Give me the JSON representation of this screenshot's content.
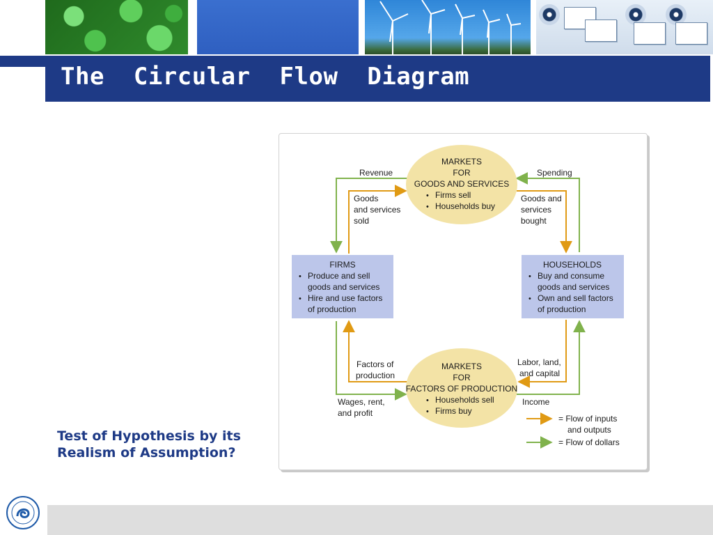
{
  "slide": {
    "title": "The  Circular  Flow  Diagram",
    "question_line1": "Test of Hypothesis by its",
    "question_line2": "Realism of Assumption?"
  },
  "colors": {
    "title_band": "#1e3a86",
    "question_text": "#1e3a86",
    "ellipse_fill": "#f3e3a6",
    "box_fill": "#bcc6ea",
    "orange_arrow": "#e09a14",
    "green_arrow": "#80b24c",
    "footer_bar": "#dedede"
  },
  "diagram": {
    "market_goods": {
      "line1": "MARKETS",
      "line2": "FOR",
      "line3": "GOODS AND SERVICES",
      "bullet1": "Firms sell",
      "bullet2": "Households buy"
    },
    "market_factors": {
      "line1": "MARKETS",
      "line2": "FOR",
      "line3": "FACTORS OF PRODUCTION",
      "bullet1": "Households sell",
      "bullet2": "Firms buy"
    },
    "firms": {
      "title": "FIRMS",
      "b1_line1": "Produce and sell",
      "b1_line2": "goods and services",
      "b2_line1": "Hire and use factors",
      "b2_line2": "of production"
    },
    "households": {
      "title": "HOUSEHOLDS",
      "b1_line1": "Buy and consume",
      "b1_line2": "goods and services",
      "b2_line1": "Own and sell factors",
      "b2_line2": "of production"
    },
    "labels": {
      "revenue": "Revenue",
      "spending": "Spending",
      "goods_sold_1": "Goods",
      "goods_sold_2": "and services",
      "goods_sold_3": "sold",
      "goods_bought_1": "Goods and",
      "goods_bought_2": "services",
      "goods_bought_3": "bought",
      "factors_1": "Factors of",
      "factors_2": "production",
      "labor_1": "Labor, land,",
      "labor_2": "and capital",
      "wages_1": "Wages, rent,",
      "wages_2": "and profit",
      "income": "Income"
    },
    "legend": {
      "inputs_1": "= Flow of inputs",
      "inputs_2": "and outputs",
      "dollars": "= Flow of dollars"
    },
    "bullet_char": "•"
  },
  "icons": {
    "university_logo": "university-seal-icon"
  }
}
